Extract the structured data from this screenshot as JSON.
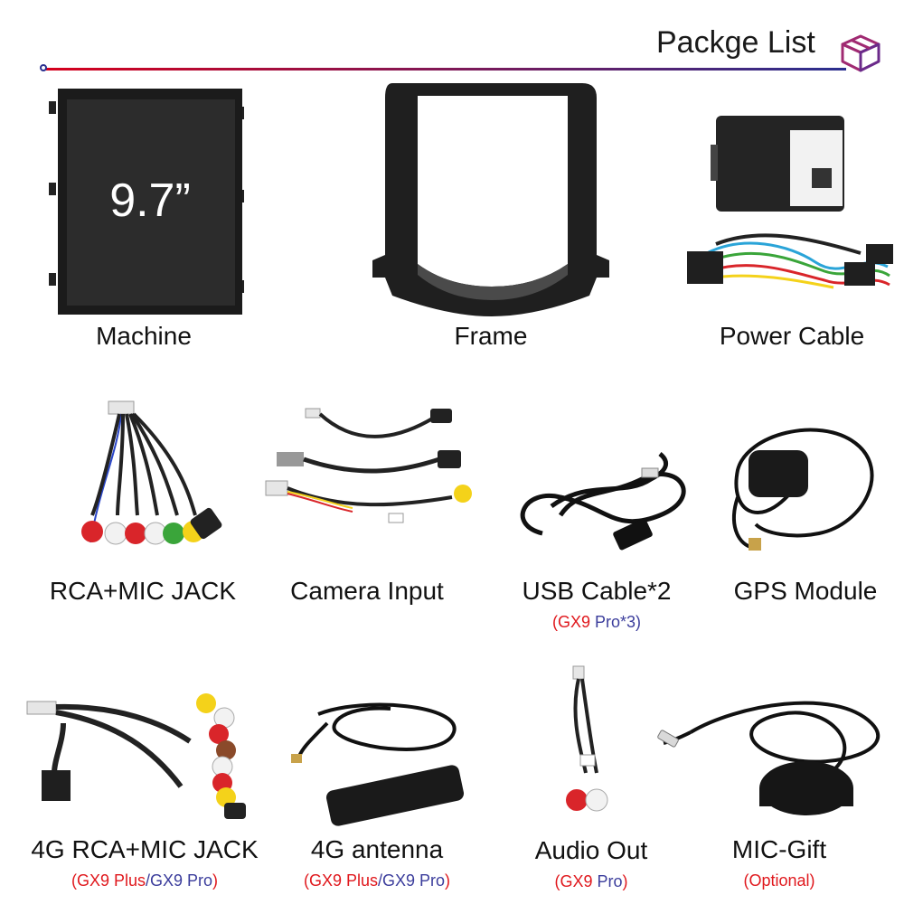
{
  "header": {
    "title": "Packge List",
    "icon": "package-box-icon",
    "accent_start": "#d6001c",
    "accent_end": "#2a2f8f"
  },
  "items": [
    {
      "label": "Machine",
      "screen_text": "9.7”",
      "icon": "display-panel-icon"
    },
    {
      "label": "Frame",
      "icon": "dash-frame-icon"
    },
    {
      "label": "Power Cable",
      "icon": "power-harness-icon"
    },
    {
      "label": "RCA+MIC JACK",
      "icon": "rca-harness-icon"
    },
    {
      "label": "Camera Input",
      "icon": "camera-cable-icon"
    },
    {
      "label": "USB Cable*2",
      "note": {
        "a": "(GX9",
        "b": " Pro*3)"
      },
      "icon": "usb-cable-icon"
    },
    {
      "label": "GPS Module",
      "icon": "gps-antenna-icon"
    },
    {
      "label": "4G RCA+MIC JACK",
      "note": {
        "a": "(GX9 Plus",
        "sep": "/",
        "b": "GX9 Pro",
        "c": ")"
      },
      "icon": "4g-rca-harness-icon"
    },
    {
      "label": "4G antenna",
      "note": {
        "a": "(GX9 Plus",
        "sep": "/",
        "b": "GX9 Pro",
        "c": ")"
      },
      "icon": "4g-antenna-icon"
    },
    {
      "label": "Audio Out",
      "note": {
        "a": "(GX9",
        "b": " Pro",
        "c": ")"
      },
      "icon": "audio-out-cable-icon"
    },
    {
      "label": "MIC-Gift",
      "note": {
        "a": "(Optional)"
      },
      "icon": "microphone-icon"
    }
  ],
  "colors": {
    "note_red": "#e0181d",
    "note_blue": "#3b3d9c",
    "rca_red": "#d9252a",
    "rca_white": "#f2f2f2",
    "rca_yellow": "#f4d21a",
    "rca_green": "#3aa53a"
  }
}
